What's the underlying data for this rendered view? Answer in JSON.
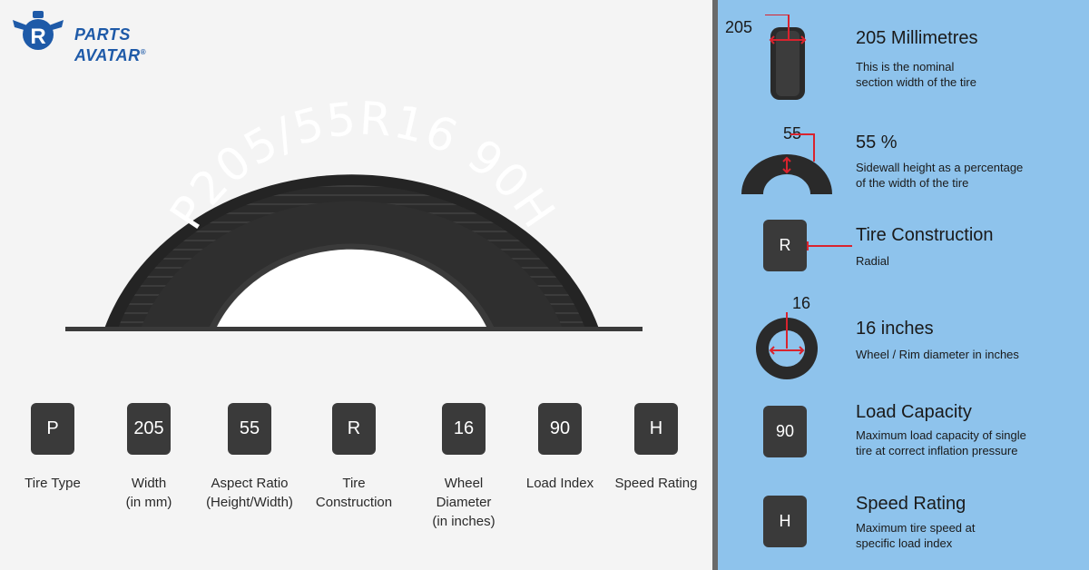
{
  "brand": {
    "line1": "PARTS",
    "line2": "AVATAR",
    "mark": "®"
  },
  "tire_code": "P205/55R16 90H",
  "codes": [
    {
      "value": "P",
      "label_lines": [
        "Tire Type"
      ]
    },
    {
      "value": "205",
      "label_lines": [
        "Width",
        "(in mm)"
      ]
    },
    {
      "value": "55",
      "label_lines": [
        "Aspect Ratio",
        "(Height/Width)"
      ]
    },
    {
      "value": "R",
      "label_lines": [
        "Tire",
        "Construction"
      ]
    },
    {
      "value": "16",
      "label_lines": [
        "Wheel",
        "Diameter",
        "(in inches)"
      ]
    },
    {
      "value": "90",
      "label_lines": [
        "Load Index"
      ]
    },
    {
      "value": "H",
      "label_lines": [
        "Speed Rating"
      ]
    }
  ],
  "details": {
    "width": {
      "number": "205",
      "title": "205 Millimetres",
      "desc1": "This is the nominal",
      "desc2": "section width of the tire"
    },
    "aspect": {
      "number": "55",
      "title": "55 %",
      "desc1": "Sidewall height as a percentage",
      "desc2": "of the width of the tire"
    },
    "construction": {
      "box": "R",
      "title": "Tire Construction",
      "desc1": "Radial"
    },
    "wheel": {
      "number": "16",
      "title": "16 inches",
      "desc1": "Wheel / Rim diameter in inches"
    },
    "load": {
      "box": "90",
      "title": "Load Capacity",
      "desc1": "Maximum load capacity of single",
      "desc2": "tire  at correct inflation pressure"
    },
    "speed": {
      "box": "H",
      "title": "Speed Rating",
      "desc1": "Maximum tire speed at",
      "desc2": "specific load index"
    }
  },
  "colors": {
    "accent_red": "#d9232e",
    "panel_blue": "#8ec3ec",
    "box_dark": "#3a3a3a",
    "brand_blue": "#1e5aa8"
  }
}
